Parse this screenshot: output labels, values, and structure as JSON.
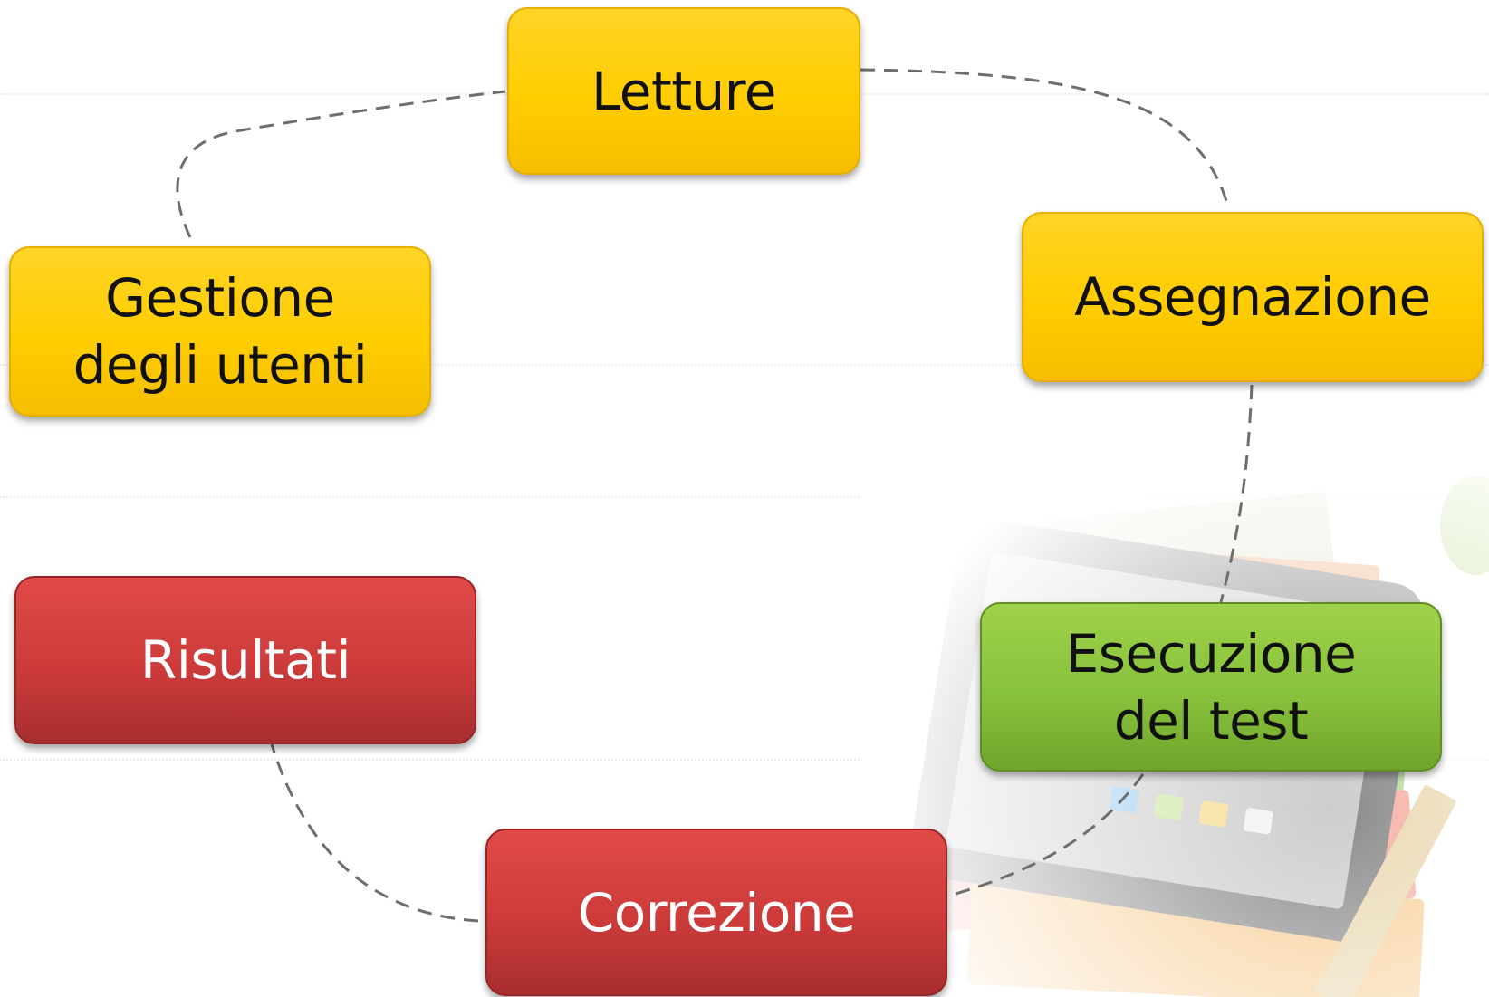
{
  "steps": {
    "letture": {
      "label": "Letture",
      "color": "#ffcd00"
    },
    "assegnazione": {
      "label": "Assegnazione",
      "color": "#ffcd00"
    },
    "esecuzione": {
      "line1": "Esecuzione",
      "line2": "del test",
      "color": "#88c13c"
    },
    "correzione": {
      "label": "Correzione",
      "color": "#cc3b3a"
    },
    "risultati": {
      "label": "Risultati",
      "color": "#cc3b3a"
    },
    "gestione": {
      "line1": "Gestione",
      "line2": "degli utenti",
      "color": "#ffcd00"
    }
  },
  "connector": {
    "style": "dashed",
    "color": "#6e6e6e"
  },
  "background": {
    "illustration": "books-and-tablet-image"
  }
}
